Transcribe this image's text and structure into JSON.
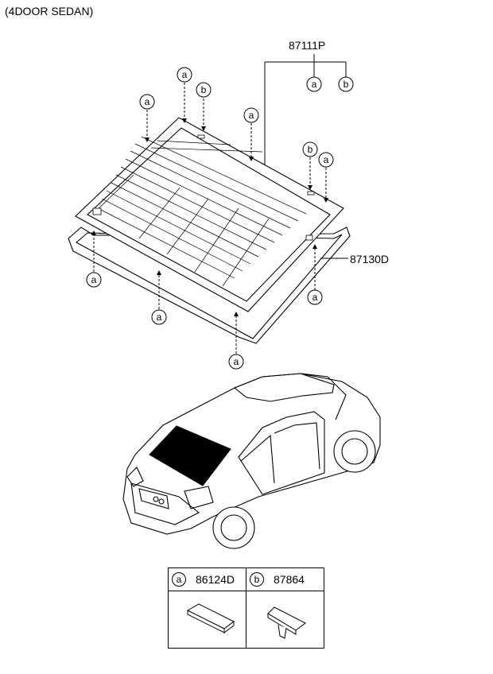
{
  "subtitle": "(4DOOR SEDAN)",
  "parts": {
    "glass_assy": "87111P",
    "molding": "87130D"
  },
  "callout_letters": {
    "a": "a",
    "b": "b"
  },
  "legend": [
    {
      "letter": "a",
      "part_number": "86124D"
    },
    {
      "letter": "b",
      "part_number": "87864"
    }
  ]
}
